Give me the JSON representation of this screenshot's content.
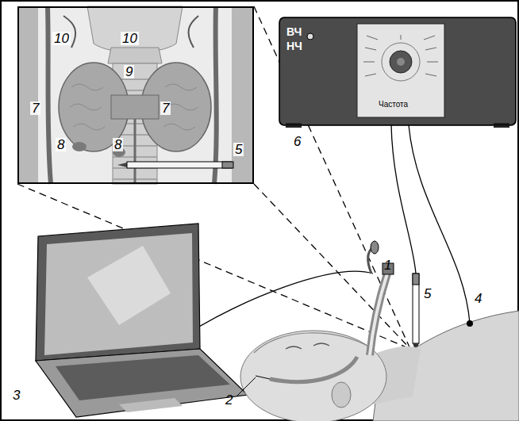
{
  "diagram": {
    "nodes": [
      {
        "text": [
          "10",
          "10",
          "9",
          "7",
          "7",
          "8",
          "8",
          "5"
        ]
      },
      {
        "text": [
          "ВЧ",
          "НЧ",
          "Частота"
        ]
      }
    ],
    "labels": [
      "1",
      "2",
      "3",
      "4",
      "5",
      "6"
    ]
  }
}
